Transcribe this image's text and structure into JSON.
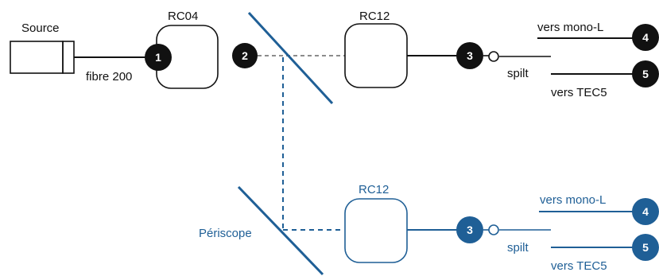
{
  "colors": {
    "black": "#111111",
    "blue": "#1f5f96",
    "gray_dash": "#8c8c8c",
    "white": "#ffffff"
  },
  "labels": {
    "source": "Source",
    "fibre": "fibre 200",
    "rc04": "RC04",
    "rc12_top": "RC12",
    "rc12_bottom": "RC12",
    "periscope": "Périscope",
    "split_top": "spilt",
    "split_bottom": "spilt",
    "vers_mono_top": "vers mono-L",
    "vers_tec_top": "vers TEC5",
    "vers_mono_bottom": "vers mono-L",
    "vers_tec_bottom": "vers TEC5"
  },
  "markers": {
    "m1": "1",
    "m2": "2",
    "m3_top": "3",
    "m4_top": "4",
    "m5_top": "5",
    "m3_bottom": "3",
    "m4_bottom": "4",
    "m5_bottom": "5"
  }
}
